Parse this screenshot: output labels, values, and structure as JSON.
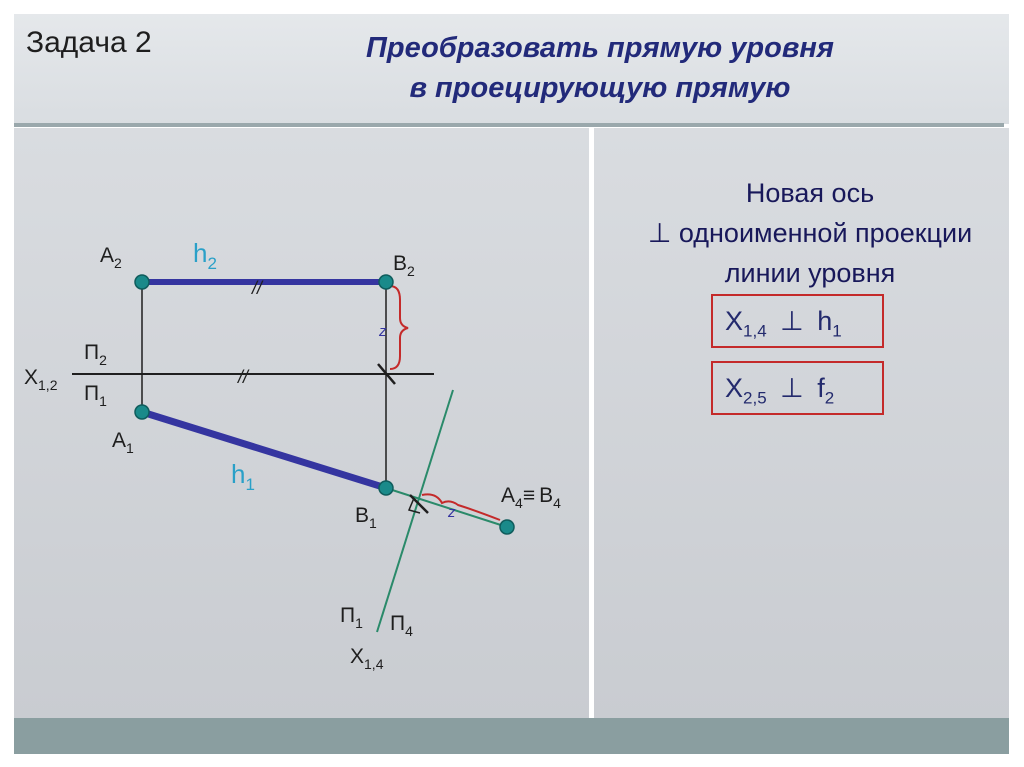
{
  "slide": {
    "task_label": "Задача 2",
    "title_line1": "Преобразовать прямую уровня",
    "title_line2": "в проецирующую прямую"
  },
  "rule": {
    "line1": "Новая ось",
    "line2": "⊥ одноименной проекции",
    "line3": "линии уровня"
  },
  "boxes": [
    {
      "var": "X",
      "sub": "1,4",
      "rel": "⊥",
      "rhs": "h",
      "rhs_sub": "1"
    },
    {
      "var": "X",
      "sub": "2,5",
      "rel": "⊥",
      "rhs": "f",
      "rhs_sub": "2"
    }
  ],
  "diagram": {
    "labels": {
      "A2": {
        "main": "A",
        "sub": "2"
      },
      "B2": {
        "main": "B",
        "sub": "2"
      },
      "h2": {
        "main": "h",
        "sub": "2"
      },
      "A1": {
        "main": "A",
        "sub": "1"
      },
      "B1": {
        "main": "B",
        "sub": "1"
      },
      "h1": {
        "main": "h",
        "sub": "1"
      },
      "X12": {
        "main": "X",
        "sub": "1,2"
      },
      "P2": {
        "main": "П",
        "sub": "2"
      },
      "P1": {
        "main": "П",
        "sub": "1"
      },
      "A4B4": {
        "main": "A",
        "sub": "4",
        "eq": "≡",
        "main2": "B",
        "sub2": "4"
      },
      "P1b": {
        "main": "П",
        "sub": "1"
      },
      "P4": {
        "main": "П",
        "sub": "4"
      },
      "X14": {
        "main": "X",
        "sub": "1,4"
      }
    },
    "equal_mark": "//",
    "z_mark": "z",
    "colors": {
      "thick_line": "#3535a0",
      "point_fill": "#1a8a8a",
      "axis_line": "#1f1f1f",
      "new_axis": "#2a8a6a",
      "brace": "#c42a2a",
      "h_label": "#2aa0c8"
    }
  }
}
